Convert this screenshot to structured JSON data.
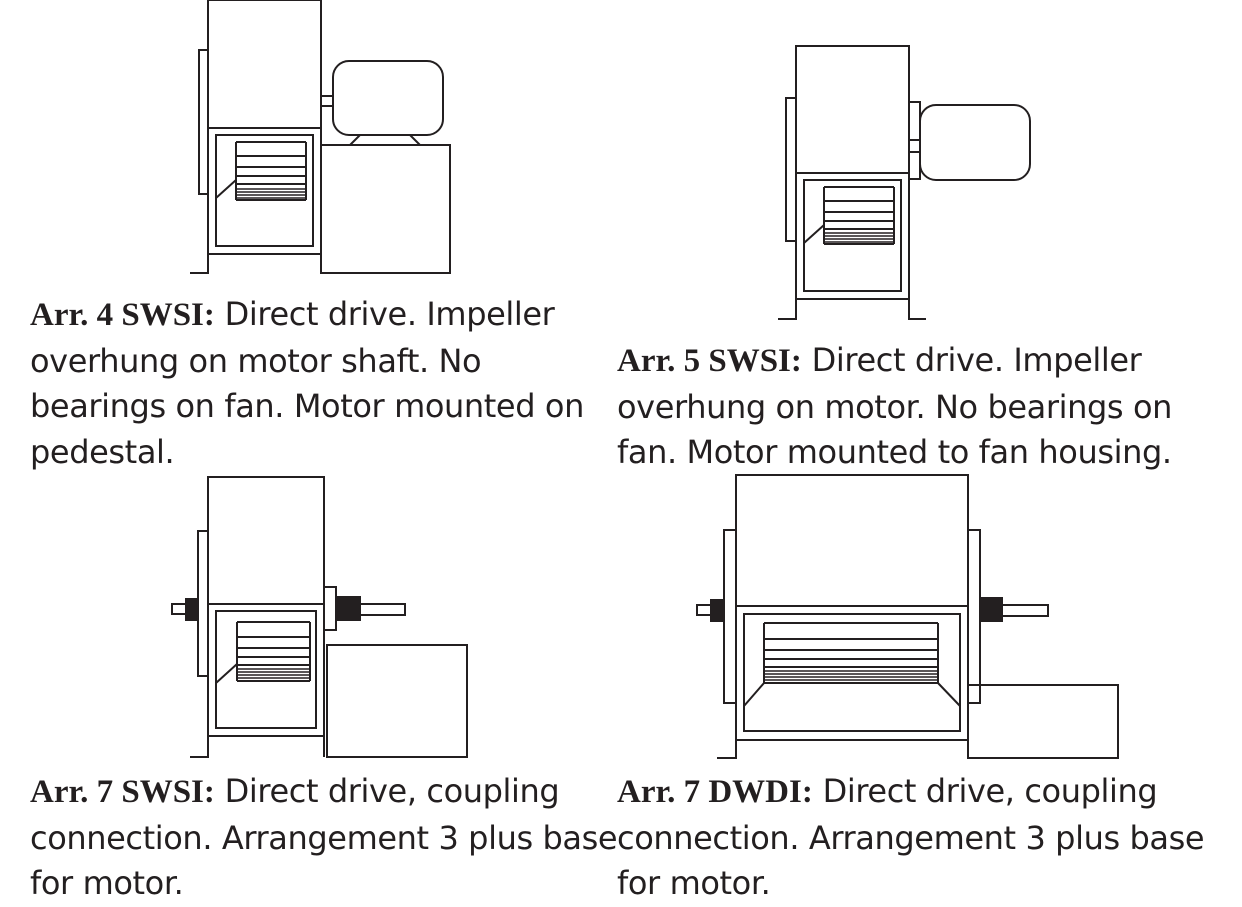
{
  "panels": [
    {
      "id": "arr4-swsi",
      "lead": "Arr. 4 SWSI:",
      "lines": [
        "Direct drive. Impeller",
        "overhung on motor shaft. No",
        "bearings on fan. Motor mounted on",
        "pedestal."
      ]
    },
    {
      "id": "arr5-swsi",
      "lead": "Arr. 5 SWSI:",
      "lines": [
        "Direct drive. Impeller",
        "overhung on motor. No bearings on",
        "fan. Motor mounted to fan housing."
      ]
    },
    {
      "id": "arr7-swsi",
      "lead": "Arr. 7 SWSI:",
      "lines": [
        "Direct drive, coupling",
        "connection. Arrangement 3 plus base",
        "for motor."
      ]
    },
    {
      "id": "arr7-dwdi",
      "lead": "Arr. 7 DWDI:",
      "lines": [
        "Direct drive, coupling",
        "connection. Arrangement 3 plus base",
        "for motor."
      ]
    }
  ]
}
